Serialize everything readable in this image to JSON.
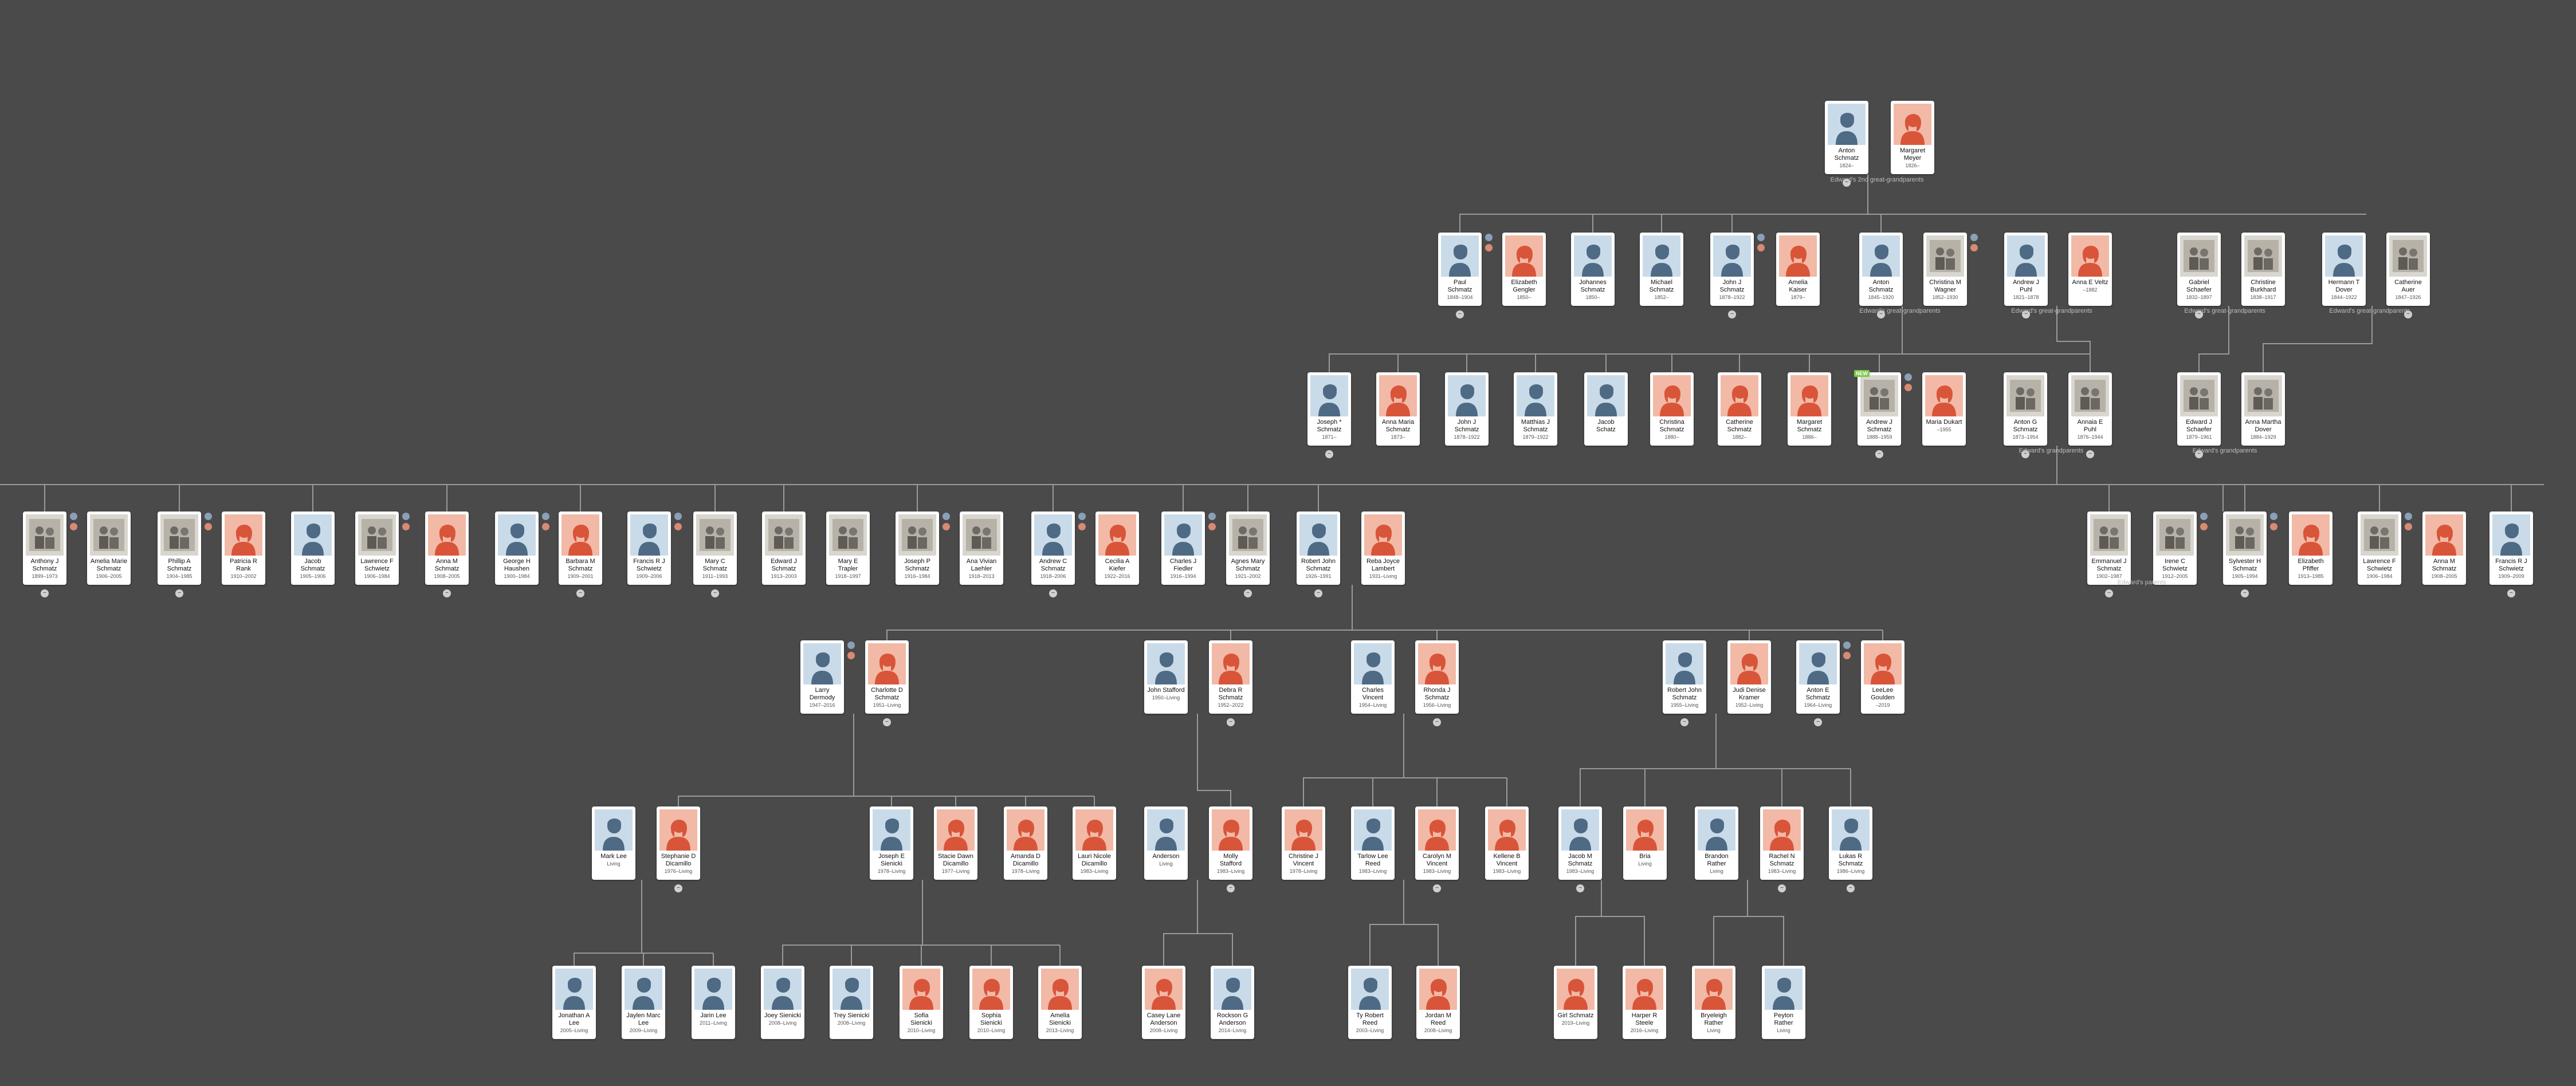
{
  "colors": {
    "background": "#4a4a4a",
    "line": "#9a9a9a",
    "male_bg": "#c9dbe9",
    "male_fg": "#4f6a84",
    "female_bg": "#f2b9a6",
    "female_fg": "#d8553a",
    "photo_bg": "#d9d6cf"
  },
  "icons": {
    "expand": "minus-circle-icon",
    "hint": "record-hint-icon"
  },
  "labels": [
    {
      "text": "Edward's 2nd great-grandparents",
      "row": 0,
      "for": "anton-margaret"
    },
    {
      "text": "Edward's great-grandparents",
      "row": 1,
      "for": "anton-christina"
    },
    {
      "text": "Edward's great-grandparents",
      "row": 1,
      "for": "andrew-anna"
    },
    {
      "text": "Edward's great-grandparents",
      "row": 1,
      "for": "gabriel-christine"
    },
    {
      "text": "Edward's great-grandparents",
      "row": 1,
      "for": "hermann-catherine"
    },
    {
      "text": "Edward's grandparents",
      "row": 2,
      "for": "anton-annaE"
    },
    {
      "text": "Edward's grandparents",
      "row": 2,
      "for": "edward-annamartha"
    },
    {
      "text": "Edward's parents",
      "row": 3,
      "for": "emmanuel-irene"
    }
  ],
  "people": [
    {
      "id": "p01",
      "name": "Anton Schmatz",
      "dates": "1824–",
      "sex": "m"
    },
    {
      "id": "p02",
      "name": "Margaret Meyer",
      "dates": "1826–",
      "sex": "f"
    },
    {
      "id": "p03",
      "name": "Paul Schmatz",
      "dates": "1848–1904",
      "sex": "m"
    },
    {
      "id": "p04",
      "name": "Elizabeth Gengler",
      "dates": "1850–",
      "sex": "f"
    },
    {
      "id": "p05",
      "name": "Johannes Schmatz",
      "dates": "1850–",
      "sex": "m"
    },
    {
      "id": "p06",
      "name": "Michael Schmatz",
      "dates": "1852–",
      "sex": "m"
    },
    {
      "id": "p07",
      "name": "John J Schmatz",
      "dates": "1878–1922",
      "sex": "m"
    },
    {
      "id": "p08",
      "name": "Amelia Kaiser",
      "dates": "1879–",
      "sex": "f"
    },
    {
      "id": "p09",
      "name": "Anton Schmatz",
      "dates": "1845–1920",
      "sex": "m"
    },
    {
      "id": "p10",
      "name": "Christina M Wagner",
      "dates": "1852–1930",
      "sex": "f",
      "photo": true
    },
    {
      "id": "p11",
      "name": "Andrew J Puhl",
      "dates": "1821–1878",
      "sex": "m"
    },
    {
      "id": "p12",
      "name": "Anna E Veltz",
      "dates": "–1882",
      "sex": "f"
    },
    {
      "id": "p13",
      "name": "Gabriel Schaefer",
      "dates": "1832–1897",
      "sex": "m",
      "photo": true
    },
    {
      "id": "p14",
      "name": "Christine Burkhard",
      "dates": "1838–1917",
      "sex": "f",
      "photo": true
    },
    {
      "id": "p15",
      "name": "Hermann T Dover",
      "dates": "1844–1922",
      "sex": "m"
    },
    {
      "id": "p16",
      "name": "Catherine Auer",
      "dates": "1847–1926",
      "sex": "f",
      "photo": true
    },
    {
      "id": "p17",
      "name": "Joseph * Schmatz",
      "dates": "1871–",
      "sex": "m"
    },
    {
      "id": "p18",
      "name": "Anna Maria Schmatz",
      "dates": "1873–",
      "sex": "f"
    },
    {
      "id": "p19",
      "name": "John J Schmatz",
      "dates": "1878–1922",
      "sex": "m"
    },
    {
      "id": "p20",
      "name": "Matthias J Schmatz",
      "dates": "1879–1922",
      "sex": "m"
    },
    {
      "id": "p21",
      "name": "Jacob Schatz",
      "dates": "",
      "sex": "m"
    },
    {
      "id": "p22",
      "name": "Christina Schmatz",
      "dates": "1880–",
      "sex": "f"
    },
    {
      "id": "p23",
      "name": "Catherine Schmatz",
      "dates": "1882–",
      "sex": "f"
    },
    {
      "id": "p24",
      "name": "Margaret Schmatz",
      "dates": "1886–",
      "sex": "f"
    },
    {
      "id": "p25",
      "name": "Andrew J Schmatz",
      "dates": "1888–1959",
      "sex": "m",
      "photo": true,
      "badge": "NEW"
    },
    {
      "id": "p26",
      "name": "Maria Dukart",
      "dates": "–1955",
      "sex": "f"
    },
    {
      "id": "p27",
      "name": "Anton G Schmatz",
      "dates": "1873–1954",
      "sex": "m",
      "photo": true
    },
    {
      "id": "p28",
      "name": "Annaia E Puhl",
      "dates": "1876–1944",
      "sex": "f",
      "photo": true
    },
    {
      "id": "p29",
      "name": "Edward J Schaefer",
      "dates": "1879–1961",
      "sex": "m",
      "photo": true
    },
    {
      "id": "p30",
      "name": "Anna Martha Dover",
      "dates": "1884–1929",
      "sex": "f",
      "photo": true
    },
    {
      "id": "p31",
      "name": "Anthony J Schmatz",
      "dates": "1899–1973",
      "sex": "m",
      "photo": true
    },
    {
      "id": "p32",
      "name": "Amelia Marie Schmatz",
      "dates": "1906–2005",
      "sex": "f",
      "photo": true
    },
    {
      "id": "p33",
      "name": "Phillip A Schmatz",
      "dates": "1904–1985",
      "sex": "m",
      "photo": true
    },
    {
      "id": "p34",
      "name": "Patricia R Rank",
      "dates": "1910–2002",
      "sex": "f"
    },
    {
      "id": "p35",
      "name": "Jacob Schmatz",
      "dates": "1905–1906",
      "sex": "m"
    },
    {
      "id": "p36",
      "name": "Lawrence F Schwietz",
      "dates": "1906–1984",
      "sex": "m",
      "photo": true
    },
    {
      "id": "p37",
      "name": "Anna M Schmatz",
      "dates": "1908–2005",
      "sex": "f"
    },
    {
      "id": "p38",
      "name": "George H Haushen",
      "dates": "1900–1984",
      "sex": "m"
    },
    {
      "id": "p39",
      "name": "Barbara M Schmatz",
      "dates": "1909–2001",
      "sex": "f"
    },
    {
      "id": "p40",
      "name": "Francis R J Schwietz",
      "dates": "1909–2006",
      "sex": "m"
    },
    {
      "id": "p41",
      "name": "Mary C Schmatz",
      "dates": "1911–1993",
      "sex": "f",
      "photo": true
    },
    {
      "id": "p42",
      "name": "Edward J Schmatz",
      "dates": "1913–2003",
      "sex": "m",
      "photo": true
    },
    {
      "id": "p43",
      "name": "Mary E Trapler",
      "dates": "1918–1997",
      "sex": "f",
      "photo": true
    },
    {
      "id": "p44",
      "name": "Joseph P Schmatz",
      "dates": "1916–1984",
      "sex": "m",
      "photo": true
    },
    {
      "id": "p45",
      "name": "Ana Vivian Laehler",
      "dates": "1918–2013",
      "sex": "f",
      "photo": true
    },
    {
      "id": "p46",
      "name": "Andrew C Schmatz",
      "dates": "1918–2006",
      "sex": "m"
    },
    {
      "id": "p47",
      "name": "Cecilia A Kiefer",
      "dates": "1922–2016",
      "sex": "f"
    },
    {
      "id": "p48",
      "name": "Charles J Fiedler",
      "dates": "1916–1994",
      "sex": "m"
    },
    {
      "id": "p49",
      "name": "Agnes Mary Schmatz",
      "dates": "1921–2002",
      "sex": "f",
      "photo": true
    },
    {
      "id": "p50",
      "name": "Robert John Schmatz",
      "dates": "1926–1991",
      "sex": "m"
    },
    {
      "id": "p51",
      "name": "Reba Joyce Lambert",
      "dates": "1931–Living",
      "sex": "f"
    },
    {
      "id": "p52",
      "name": "Emmanuel J Schmatz",
      "dates": "1902–1987",
      "sex": "m",
      "photo": true
    },
    {
      "id": "p53",
      "name": "Irene C Schwietz",
      "dates": "1912–2005",
      "sex": "f",
      "photo": true
    },
    {
      "id": "p54",
      "name": "Sylvester H Schmatz",
      "dates": "1905–1994",
      "sex": "m",
      "photo": true
    },
    {
      "id": "p55",
      "name": "Elizabeth Pfiffer",
      "dates": "1913–1985",
      "sex": "f"
    },
    {
      "id": "p56",
      "name": "Lawrence F Schwietz",
      "dates": "1906–1984",
      "sex": "m",
      "photo": true
    },
    {
      "id": "p57",
      "name": "Anna M Schmatz",
      "dates": "1908–2005",
      "sex": "f"
    },
    {
      "id": "p58",
      "name": "Francis R J Schwietz",
      "dates": "1909–2009",
      "sex": "m"
    },
    {
      "id": "p59",
      "name": "Larry Dermody",
      "dates": "1947–2016",
      "sex": "m"
    },
    {
      "id": "p60",
      "name": "Charlotte D Schmatz",
      "dates": "1951–Living",
      "sex": "f"
    },
    {
      "id": "p61",
      "name": "John Stafford",
      "dates": "1950–Living",
      "sex": "m"
    },
    {
      "id": "p62",
      "name": "Debra R Schmatz",
      "dates": "1952–2022",
      "sex": "f"
    },
    {
      "id": "p63",
      "name": "Charles Vincent",
      "dates": "1954–Living",
      "sex": "m"
    },
    {
      "id": "p64",
      "name": "Rhonda J Schmatz",
      "dates": "1956–Living",
      "sex": "f"
    },
    {
      "id": "p65",
      "name": "Robert John Schmatz",
      "dates": "1955–Living",
      "sex": "m"
    },
    {
      "id": "p66",
      "name": "Judi Denise Kramer",
      "dates": "1952–Living",
      "sex": "f"
    },
    {
      "id": "p67",
      "name": "Anton E Schmatz",
      "dates": "1964–Living",
      "sex": "m"
    },
    {
      "id": "p68",
      "name": "LeeLee Goulden",
      "dates": "–2019",
      "sex": "f"
    },
    {
      "id": "p69",
      "name": "Mark Lee",
      "dates": "Living",
      "sex": "m"
    },
    {
      "id": "p70",
      "name": "Stephanie D Dicamillo",
      "dates": "1976–Living",
      "sex": "f"
    },
    {
      "id": "p71",
      "name": "Joseph E Sienicki",
      "dates": "1978–Living",
      "sex": "m"
    },
    {
      "id": "p72",
      "name": "Stacie Dawn Dicamillo",
      "dates": "1977–Living",
      "sex": "f"
    },
    {
      "id": "p73",
      "name": "Amanda D Dicamillo",
      "dates": "1978–Living",
      "sex": "f"
    },
    {
      "id": "p74",
      "name": "Lauri Nicole Dicamillo",
      "dates": "1983–Living",
      "sex": "f"
    },
    {
      "id": "p75",
      "name": "Anderson",
      "dates": "Living",
      "sex": "m"
    },
    {
      "id": "p76",
      "name": "Molly Stafford",
      "dates": "1983–Living",
      "sex": "f"
    },
    {
      "id": "p77",
      "name": "Christine J Vincent",
      "dates": "1978–Living",
      "sex": "f"
    },
    {
      "id": "p78",
      "name": "Tarlow Lee Reed",
      "dates": "1983–Living",
      "sex": "m"
    },
    {
      "id": "p79",
      "name": "Carolyn M Vincent",
      "dates": "1983–Living",
      "sex": "f"
    },
    {
      "id": "p80",
      "name": "Kellene B Vincent",
      "dates": "1983–Living",
      "sex": "f"
    },
    {
      "id": "p81",
      "name": "Jacob M Schmatz",
      "dates": "1983–Living",
      "sex": "m"
    },
    {
      "id": "p82",
      "name": "Bria",
      "dates": "Living",
      "sex": "f"
    },
    {
      "id": "p83",
      "name": "Brandon Rather",
      "dates": "Living",
      "sex": "m"
    },
    {
      "id": "p84",
      "name": "Rachel N Schmatz",
      "dates": "1983–Living",
      "sex": "f"
    },
    {
      "id": "p85",
      "name": "Lukas R Schmatz",
      "dates": "1986–Living",
      "sex": "m"
    },
    {
      "id": "p86",
      "name": "Jonathan A Lee",
      "dates": "2005–Living",
      "sex": "m"
    },
    {
      "id": "p87",
      "name": "Jaylen Marc Lee",
      "dates": "2009–Living",
      "sex": "m"
    },
    {
      "id": "p88",
      "name": "Jarin Lee",
      "dates": "2011–Living",
      "sex": "m"
    },
    {
      "id": "p89",
      "name": "Joey Sienicki",
      "dates": "2008–Living",
      "sex": "m"
    },
    {
      "id": "p90",
      "name": "Trey Sienicki",
      "dates": "2008–Living",
      "sex": "m"
    },
    {
      "id": "p91",
      "name": "Sofia Sienicki",
      "dates": "2010–Living",
      "sex": "f"
    },
    {
      "id": "p92",
      "name": "Sophia Sienicki",
      "dates": "2010–Living",
      "sex": "f"
    },
    {
      "id": "p93",
      "name": "Amelia Sienicki",
      "dates": "2013–Living",
      "sex": "f"
    },
    {
      "id": "p94",
      "name": "Casey Lane Anderson",
      "dates": "2008–Living",
      "sex": "f"
    },
    {
      "id": "p95",
      "name": "Rockson G Anderson",
      "dates": "2014–Living",
      "sex": "m"
    },
    {
      "id": "p96",
      "name": "Ty Robert Reed",
      "dates": "2003–Living",
      "sex": "m"
    },
    {
      "id": "p97",
      "name": "Jordan M Reed",
      "dates": "2008–Living",
      "sex": "f"
    },
    {
      "id": "p98",
      "name": "Girl Schmatz",
      "dates": "2019–Living",
      "sex": "f"
    },
    {
      "id": "p99",
      "name": "Harper R Steele",
      "dates": "2016–Living",
      "sex": "f"
    },
    {
      "id": "p100",
      "name": "Bryeleigh Rather",
      "dates": "Living",
      "sex": "f"
    },
    {
      "id": "p101",
      "name": "Peyton Rather",
      "dates": "Living",
      "sex": "m"
    }
  ]
}
